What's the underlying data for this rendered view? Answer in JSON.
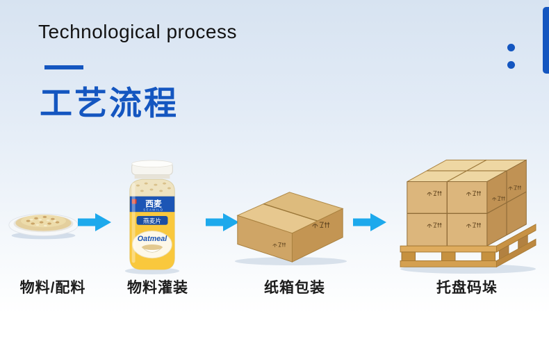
{
  "page": {
    "title_en": "Technological process",
    "title_zh": "工艺流程"
  },
  "colors": {
    "accent_blue": "#1456c0",
    "arrow_blue": "#1da9ec",
    "carton_tan": "#d2a86c",
    "jar_yellow": "#f9c83d"
  },
  "steps": [
    {
      "id": "materials",
      "label": "物料/配料",
      "icon": "oats-plate-icon"
    },
    {
      "id": "filling",
      "label": "物料灌装",
      "icon": "jar-icon"
    },
    {
      "id": "carton-packing",
      "label": "纸箱包装",
      "icon": "carton-box-icon"
    },
    {
      "id": "palletizing",
      "label": "托盘码垛",
      "icon": "pallet-stack-icon"
    }
  ],
  "arrow_icon": "flow-arrow-icon",
  "jar_label": {
    "brand_zh": "西麦",
    "brand_en": "SEAMILD",
    "product_zh": "燕麦片",
    "product_en": "Oatmeal"
  }
}
